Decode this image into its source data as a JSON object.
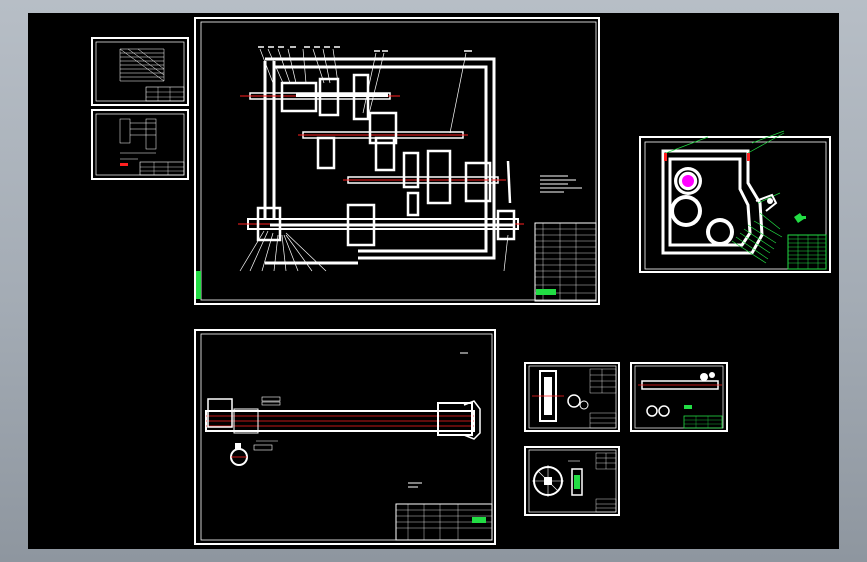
{
  "app": {
    "background_colors": {
      "chrome": "#a3abb4",
      "canvas": "#000000"
    },
    "line_colors": {
      "white": "#ffffff",
      "red": "#ff2020",
      "green": "#22dd44",
      "magenta": "#ff00ff",
      "yellow": "#ffff00"
    }
  },
  "sheets": [
    {
      "id": "sheet-index-table",
      "kind": "table-sheet"
    },
    {
      "id": "sheet-component-list",
      "kind": "table-sheet"
    },
    {
      "id": "sheet-main-assembly",
      "kind": "assembly-drawing"
    },
    {
      "id": "sheet-housing",
      "kind": "part-drawing"
    },
    {
      "id": "sheet-shaft",
      "kind": "part-drawing"
    },
    {
      "id": "sheet-gear",
      "kind": "part-drawing"
    },
    {
      "id": "sheet-small-shaft",
      "kind": "part-drawing"
    },
    {
      "id": "sheet-disc",
      "kind": "part-drawing"
    }
  ]
}
